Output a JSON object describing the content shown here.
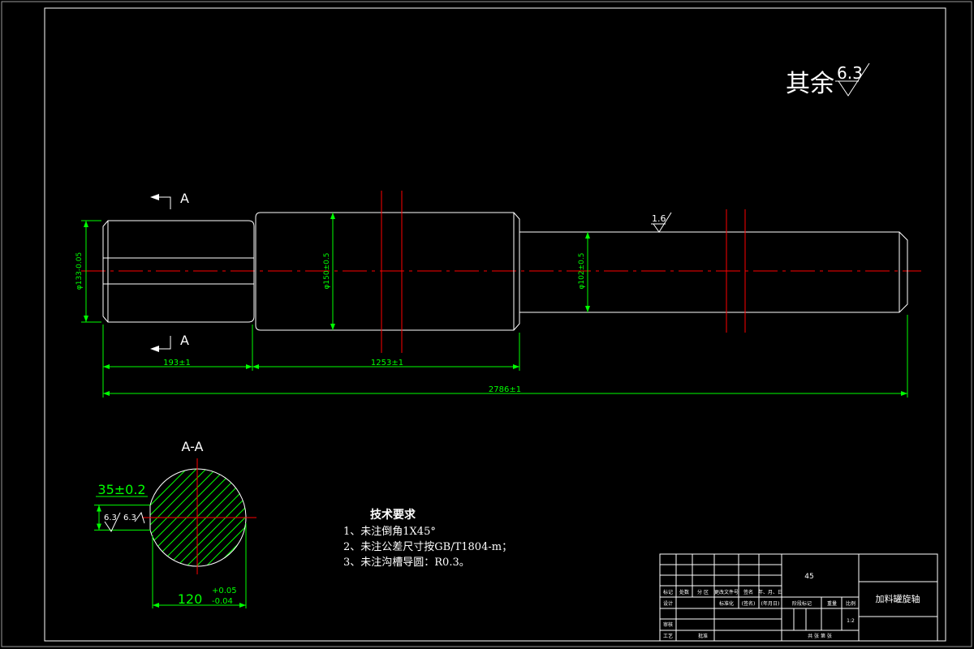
{
  "roughness_note": {
    "label": "其余",
    "value": "6.3"
  },
  "shaft": {
    "roughness": "1.6",
    "section_label_top": "A",
    "section_label_bottom": "A",
    "dimensions": {
      "d_left": "φ133-0.05",
      "d_mid": "φ150±0.5",
      "d_right": "φ102±0.5",
      "len_left": "193±1",
      "len_mid": "1253±1",
      "len_total": "2786±1"
    }
  },
  "section": {
    "title": "A-A",
    "key_width": "35±0.2",
    "roughness_a": "6.3",
    "roughness_b": "6.3",
    "width": "120",
    "tol_upper": "+0.05",
    "tol_lower": "-0.04"
  },
  "tech_requirements": {
    "title": "技术要求",
    "items": [
      "1、未注倒角1X45°",
      "2、未注公差尺寸按GB/T1804-m；",
      "3、未注沟槽导圆：R0.3。"
    ]
  },
  "title_block": {
    "material": "45",
    "part_name": "加料罐旋轴",
    "header": [
      "标记",
      "处数",
      "分 区",
      "更改文件号",
      "签名",
      "年、月、日"
    ],
    "design": "设计",
    "standardization": "标准化",
    "signature": "(签名)",
    "date": "(年月日)",
    "stage_mark": "阶段标记",
    "weight": "重量",
    "scale_label": "比例",
    "scale": "1:2",
    "review": "审核",
    "process": "工艺",
    "approve": "批准",
    "sheet": "共  张  第  张"
  },
  "colors": {
    "background": "#000000",
    "outline": "#ffffff",
    "dimension": "#00ff00",
    "centerline": "#ff0000"
  }
}
